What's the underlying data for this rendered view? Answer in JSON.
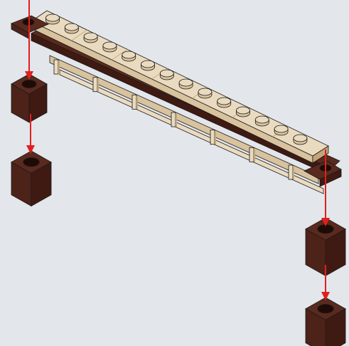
{
  "figure": {
    "kind": "lego-building-instruction-step",
    "palette": {
      "background": "#e3e6ea",
      "tan_top": "#eadbc0",
      "tan_side": "#d8c39e",
      "tan_dark": "#c2a67a",
      "brown_top": "#5a2a1e",
      "brown_side": "#3f1a12",
      "brown_front": "#4d2218",
      "stud_dark": "#1f0b06",
      "arrow": "#e01f1f",
      "outline": "#1a1a1a"
    },
    "parts": {
      "long_tan_plate_studs": 14,
      "bracket_legs": 7,
      "brown_1x1_bricks": 4,
      "arrows": 4
    }
  }
}
